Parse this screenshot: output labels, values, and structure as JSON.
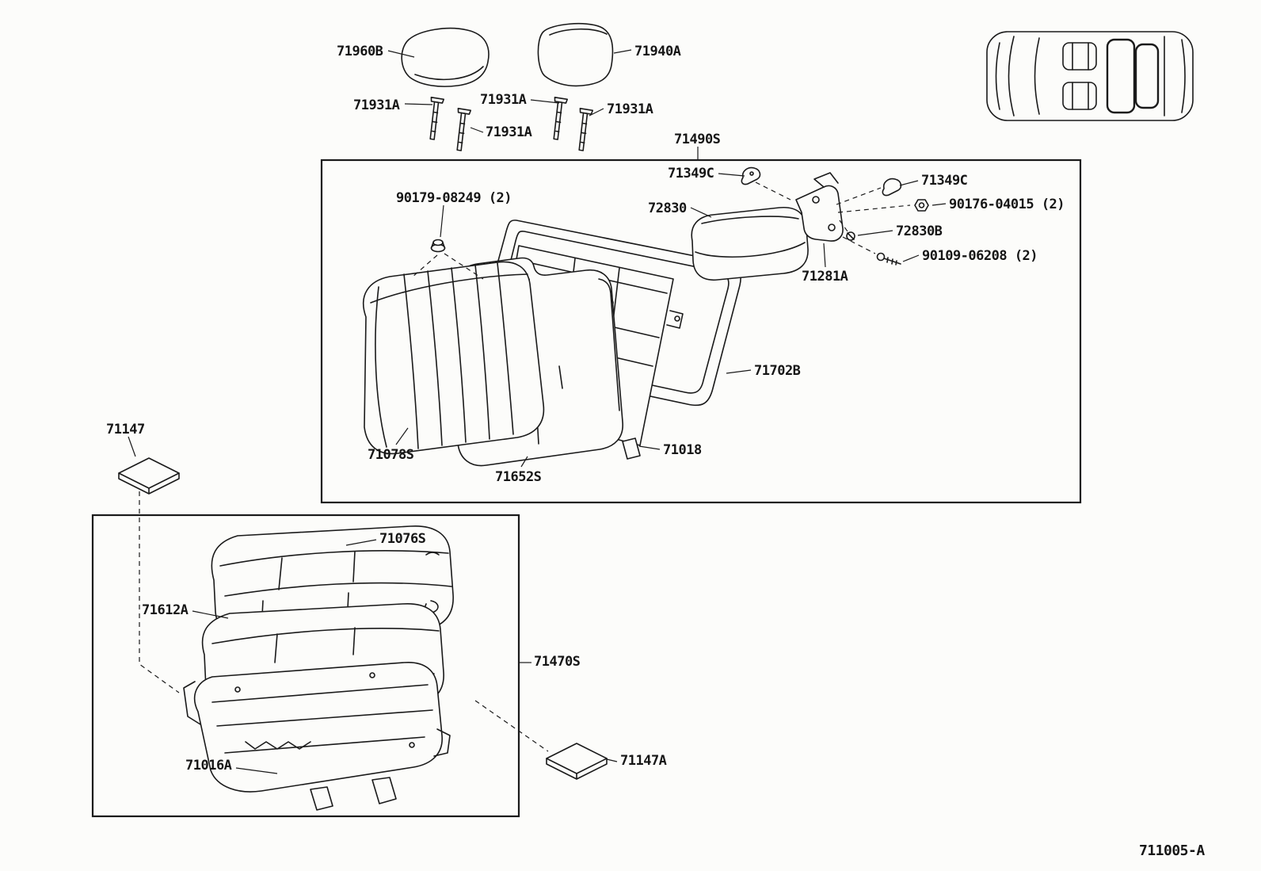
{
  "diagram": {
    "type": "parts-diagram",
    "subject": "rear-seat-and-seat-back",
    "drawing_number": "711005-A"
  },
  "colors": {
    "ink": "#1a1a1a",
    "paper": "#fcfcfa"
  },
  "labels": [
    {
      "id": "71960B",
      "text": "71960B"
    },
    {
      "id": "71940A",
      "text": "71940A"
    },
    {
      "id": "71931A-1",
      "text": "71931A"
    },
    {
      "id": "71931A-2",
      "text": "71931A"
    },
    {
      "id": "71931A-3",
      "text": "71931A"
    },
    {
      "id": "71931A-4",
      "text": "71931A"
    },
    {
      "id": "71490S",
      "text": "71490S"
    },
    {
      "id": "71349C-left",
      "text": "71349C"
    },
    {
      "id": "72830",
      "text": "72830"
    },
    {
      "id": "71349C-right",
      "text": "71349C"
    },
    {
      "id": "90176-04015",
      "text": "90176-04015 (2)"
    },
    {
      "id": "90179-08249",
      "text": "90179-08249 (2)"
    },
    {
      "id": "72830B",
      "text": "72830B"
    },
    {
      "id": "90109-06208",
      "text": "90109-06208 (2)"
    },
    {
      "id": "71281A",
      "text": "71281A"
    },
    {
      "id": "71702B",
      "text": "71702B"
    },
    {
      "id": "71078S",
      "text": "71078S"
    },
    {
      "id": "71018",
      "text": "71018"
    },
    {
      "id": "71652S",
      "text": "71652S"
    },
    {
      "id": "71147",
      "text": "71147"
    },
    {
      "id": "71076S",
      "text": "71076S"
    },
    {
      "id": "71612A",
      "text": "71612A"
    },
    {
      "id": "71470S",
      "text": "71470S"
    },
    {
      "id": "71016A",
      "text": "71016A"
    },
    {
      "id": "71147A",
      "text": "71147A"
    }
  ]
}
